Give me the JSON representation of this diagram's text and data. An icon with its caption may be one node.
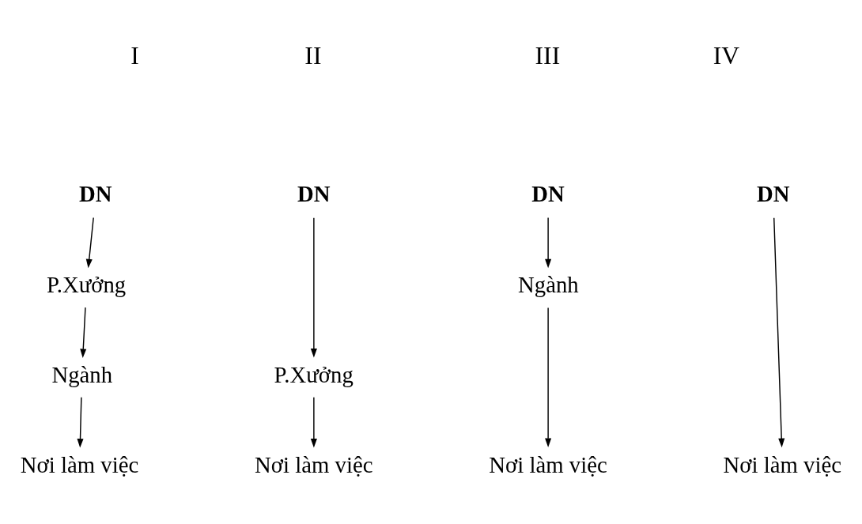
{
  "diagram": {
    "nodes": [
      {
        "text": [
          "DN"
        ]
      },
      {
        "text": [
          "P.Xưởng"
        ]
      },
      {
        "text": [
          "Ngành"
        ]
      },
      {
        "text": [
          "Nơi làm việc"
        ]
      },
      {
        "text": [
          "DN"
        ]
      },
      {
        "text": [
          "P.Xưởng"
        ]
      },
      {
        "text": [
          "Nơi làm việc"
        ]
      },
      {
        "text": [
          "DN"
        ]
      },
      {
        "text": [
          "Ngành"
        ]
      },
      {
        "text": [
          "Nơi làm việc"
        ]
      },
      {
        "text": [
          "DN"
        ]
      },
      {
        "text": [
          "Nơi làm việc"
        ]
      }
    ],
    "edges": [
      {
        "from": 0,
        "to": 1,
        "arrow": "to"
      },
      {
        "from": 1,
        "to": 2,
        "arrow": "to"
      },
      {
        "from": 2,
        "to": 3,
        "arrow": "to"
      },
      {
        "from": 4,
        "to": 5,
        "arrow": "to"
      },
      {
        "from": 5,
        "to": 6,
        "arrow": "to"
      },
      {
        "from": 7,
        "to": 8,
        "arrow": "to"
      },
      {
        "from": 8,
        "to": 9,
        "arrow": "to"
      },
      {
        "from": 10,
        "to": 11,
        "arrow": "to"
      }
    ],
    "labels": [
      "I",
      "II",
      "III",
      "IV"
    ]
  }
}
